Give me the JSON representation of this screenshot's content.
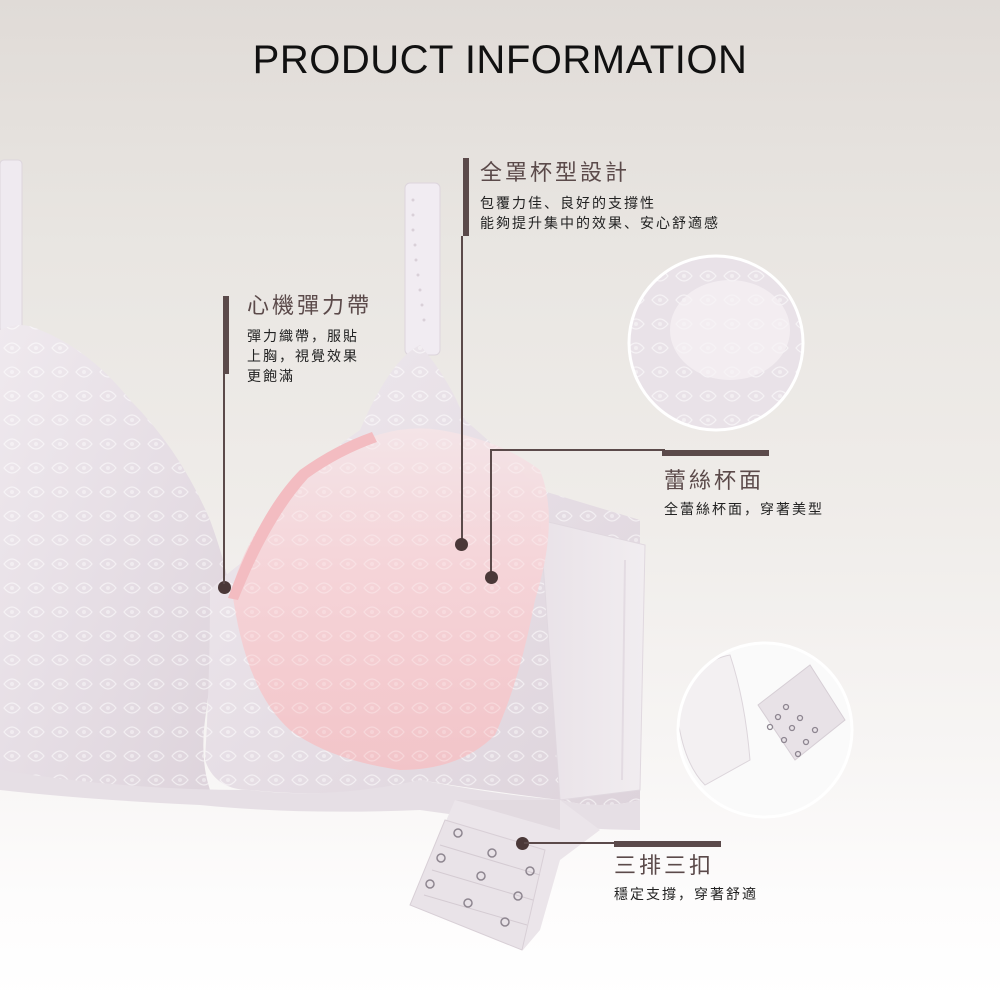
{
  "header": {
    "title": "PRODUCT INFORMATION"
  },
  "colors": {
    "accent": "#5b4a4a",
    "dot": "#4a3838",
    "pink_cup": "#f4c9cc",
    "lace": "#ece6ea",
    "background_top": "#e0dbd7",
    "background_bottom": "#ffffff"
  },
  "callouts": [
    {
      "id": "full-cup",
      "title": "全罩杯型設計",
      "lines": [
        "包覆力佳、良好的支撐性",
        "能夠提升集中的效果、安心舒適感"
      ]
    },
    {
      "id": "elastic-band",
      "title": "心機彈力帶",
      "lines": [
        "彈力織帶，服貼",
        "上胸，視覺效果",
        "更飽滿"
      ]
    },
    {
      "id": "lace-cup",
      "title": "蕾絲杯面",
      "lines": [
        "全蕾絲杯面，穿著美型"
      ]
    },
    {
      "id": "hooks",
      "title": "三排三扣",
      "lines": [
        "穩定支撐，穿著舒適"
      ]
    }
  ],
  "detail_images": [
    {
      "id": "lace-detail",
      "description": "lace cup close-up"
    },
    {
      "id": "hook-detail",
      "description": "hook-and-eye closure close-up"
    }
  ]
}
